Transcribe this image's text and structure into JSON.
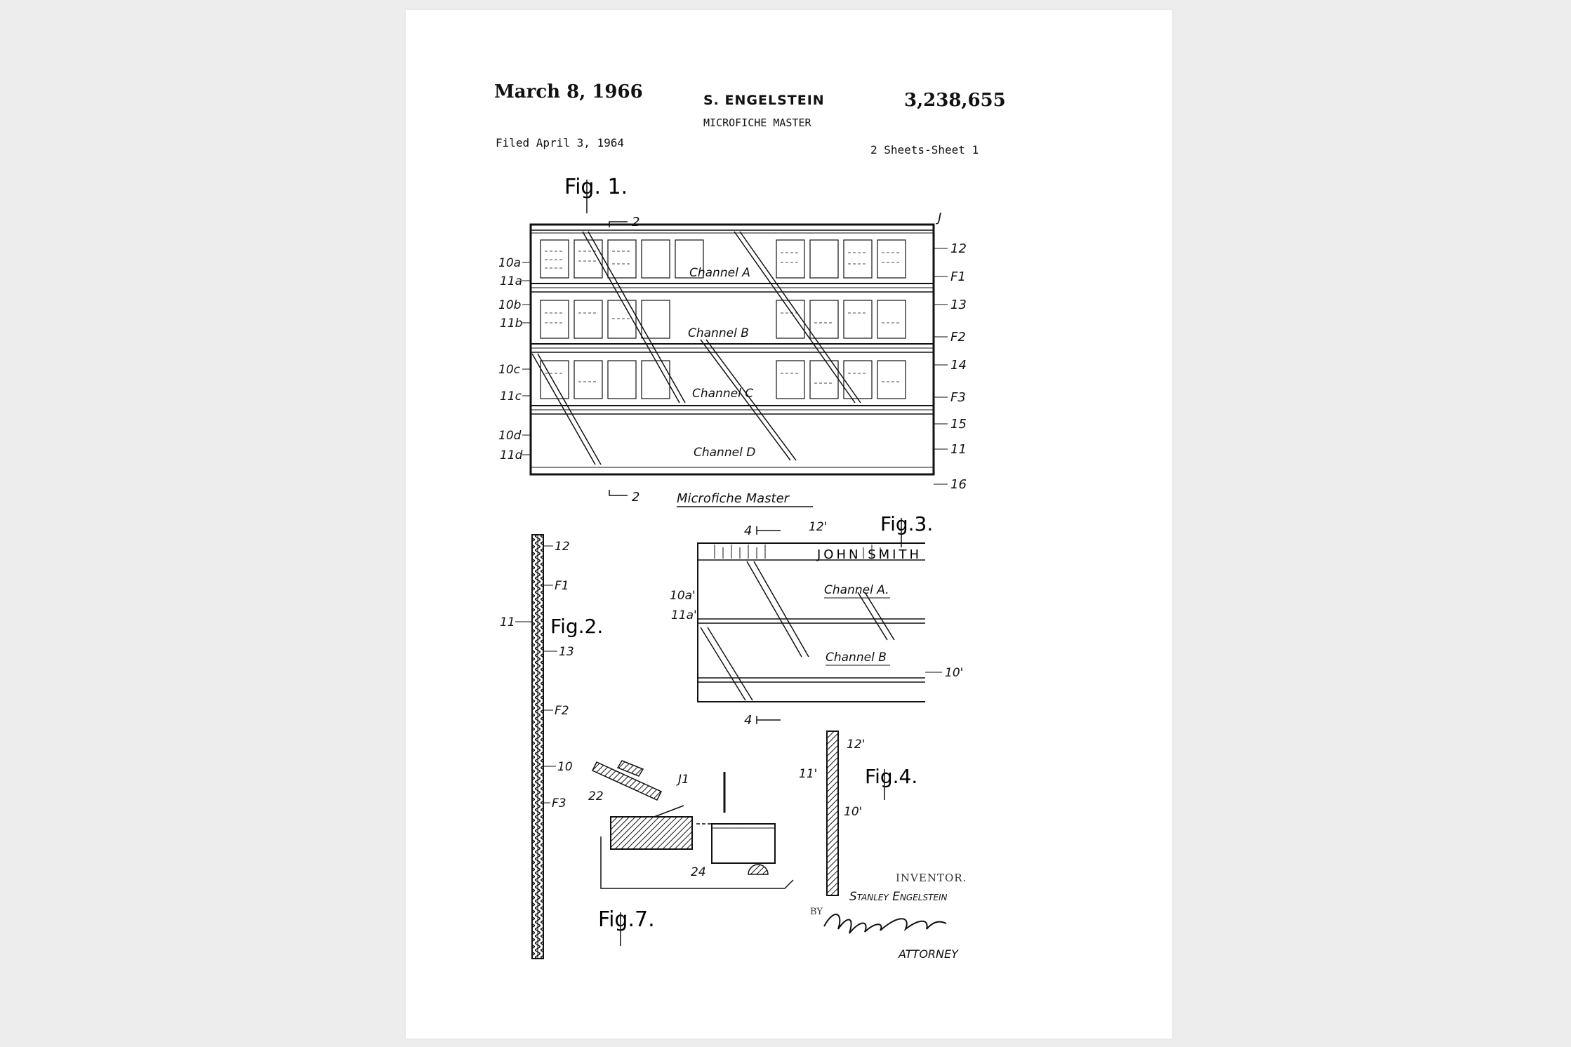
{
  "header": {
    "date": "March 8, 1966",
    "inventor": "S. ENGELSTEIN",
    "patent_number": "3,238,655",
    "title": "MICROFICHE MASTER",
    "filed": "Filed April 3, 1964",
    "sheets": "2 Sheets-Sheet 1"
  },
  "fig1": {
    "label": "Fig. 1.",
    "caption": "Microfiche Master",
    "channels": [
      "Channel A",
      "Channel B",
      "Channel C",
      "Channel D"
    ],
    "left_refs": [
      "10a",
      "11a",
      "10b",
      "11b",
      "10c",
      "11c",
      "10d",
      "11d"
    ],
    "right_refs": [
      "12",
      "F1",
      "13",
      "F2",
      "14",
      "F3",
      "15",
      "11",
      "16"
    ],
    "top_ref": "J",
    "section_marks": [
      "2",
      "2"
    ]
  },
  "fig2": {
    "label": "Fig.2.",
    "refs": [
      "12",
      "F1",
      "11",
      "13",
      "F2",
      "10",
      "F3"
    ]
  },
  "fig3": {
    "label": "Fig.3.",
    "name_strip": "JOHN SMITH",
    "channels": [
      "Channel A.",
      "Channel B"
    ],
    "refs": [
      "12'",
      "10a'",
      "11a'",
      "10'"
    ],
    "section_marks": [
      "4",
      "4"
    ]
  },
  "fig4": {
    "label": "Fig.4.",
    "refs": [
      "12'",
      "11'",
      "10'"
    ]
  },
  "fig7": {
    "label": "Fig.7.",
    "refs": [
      "J1",
      "22",
      "24"
    ]
  },
  "signature": {
    "inventor_label": "INVENTOR.",
    "inventor_name": "Stanley Engelstein",
    "by": "BY",
    "role": "ATTORNEY"
  }
}
